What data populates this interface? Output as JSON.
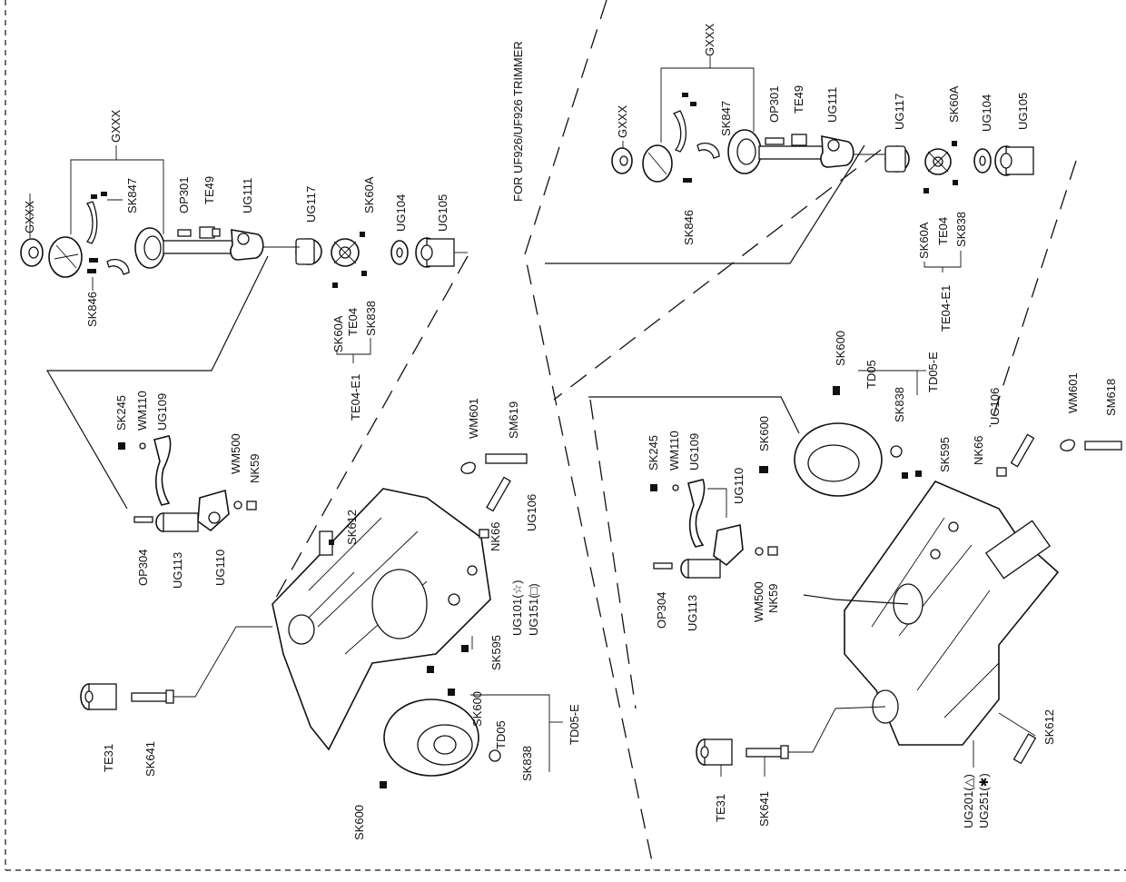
{
  "title_note": "FOR UF926/UF926 TRIMMER",
  "left_assembly": {
    "labels": {
      "gxxx_a": "GXXX",
      "gxxx_b": "GXXX",
      "sk846": "SK846",
      "sk847": "SK847",
      "op301": "OP301",
      "te49": "TE49",
      "ug111": "UG111",
      "ug117": "UG117",
      "sk60a_top": "SK60A",
      "ug104": "UG104",
      "ug105": "UG105",
      "sk60a_bottom": "SK60A",
      "te04": "TE04",
      "sk838_top": "SK838",
      "te04_e1": "TE04-E1",
      "sk245": "SK245",
      "wm110": "WM110",
      "ug109": "UG109",
      "wm500": "WM500",
      "nk59": "NK59",
      "op304": "OP304",
      "ug113": "UG113",
      "ug110": "UG110",
      "sk612": "SK612",
      "wm601": "WM601",
      "sm619": "SM619",
      "ug106": "UG106",
      "nk66": "NK66",
      "ug101": "UG101(☆)",
      "ug151": "UG151(□)",
      "sk595": "SK595",
      "sk600_a": "SK600",
      "td05": "TD05",
      "sk838_b": "SK838",
      "td05_e": "TD05-E",
      "sk600_b": "SK600",
      "te31": "TE31",
      "sk641": "SK641"
    }
  },
  "right_assembly": {
    "labels": {
      "gxxx_a": "GXXX",
      "gxxx_b": "GXXX",
      "sk847": "SK847",
      "op301": "OP301",
      "te49": "TE49",
      "ug111": "UG111",
      "ug117": "UG117",
      "sk60a_top": "SK60A",
      "ug104": "UG104",
      "ug105": "UG105",
      "sk846": "SK846",
      "sk60a_bottom": "SK60A",
      "te04": "TE04",
      "sk838_top": "SK838",
      "te04_e1": "TE04-E1",
      "sk600_top": "SK600",
      "td05": "TD05",
      "sk838_b": "SK838",
      "td05_e": "TD05-E",
      "sk600_mid": "SK600",
      "sk595": "SK595",
      "sk245": "SK245",
      "wm110": "WM110",
      "ug109": "UG109",
      "ug110": "UG110",
      "wm500": "WM500",
      "nk59": "NK59",
      "op304": "OP304",
      "ug113": "UG113",
      "nk66": "NK66",
      "ug106": "UG106",
      "wm601": "WM601",
      "sm618": "SM618",
      "te31": "TE31",
      "sk641": "SK641",
      "ug201": "UG201(△)",
      "ug251": "UG251(✱)",
      "sk612": "SK612"
    }
  }
}
